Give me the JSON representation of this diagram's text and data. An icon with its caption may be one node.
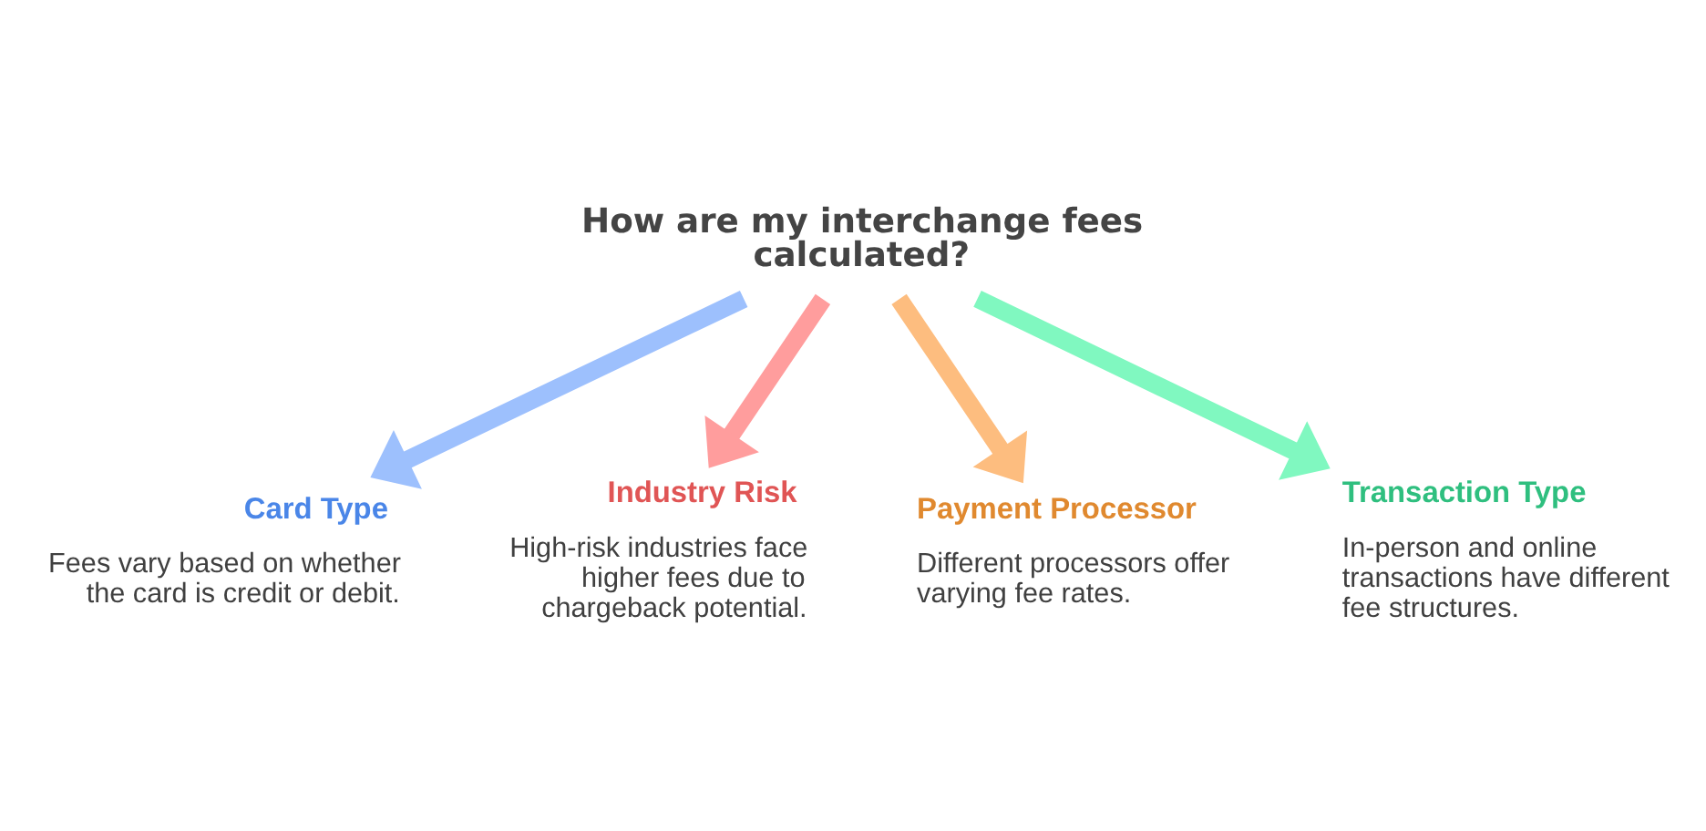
{
  "diagram": {
    "nodes": [
      {
        "text": [
          "How are my interchange fees calculated?"
        ]
      },
      {
        "text": [
          "Card Type",
          "Fees vary based on whether the card is credit or debit."
        ]
      },
      {
        "text": [
          "Transaction Type",
          "In-person and online transactions have different fee structures."
        ]
      },
      {
        "text": [
          "Industry Risk",
          "High-risk industries face higher fees due to chargeback potential."
        ]
      },
      {
        "text": [
          "Payment Processor",
          "Different processors offer varying fee rates."
        ]
      }
    ],
    "edges": [
      {
        "from": 0,
        "to": 1,
        "arrow": "to",
        "color": "#9dc0fd"
      },
      {
        "from": 0,
        "to": 3,
        "arrow": "to",
        "color": "#ff9d9d"
      },
      {
        "from": 0,
        "to": 4,
        "arrow": "to",
        "color": "#fdbd7f"
      },
      {
        "from": 0,
        "to": 2,
        "arrow": "to",
        "color": "#80f8c0"
      }
    ]
  }
}
